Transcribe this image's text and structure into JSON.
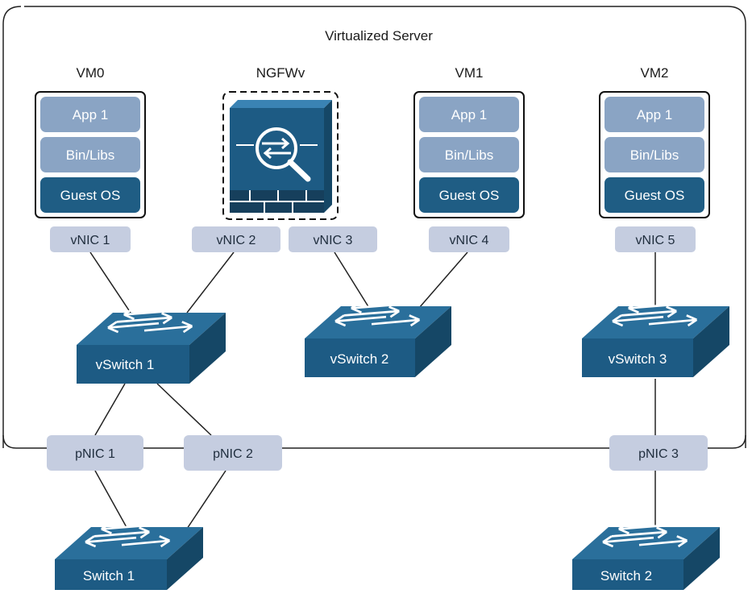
{
  "server": {
    "title": "Virtualized Server"
  },
  "vms": [
    {
      "name": "VM0",
      "app": "App 1",
      "libs": "Bin/Libs",
      "os": "Guest OS"
    },
    {
      "name": "VM1",
      "app": "App 1",
      "libs": "Bin/Libs",
      "os": "Guest OS"
    },
    {
      "name": "VM2",
      "app": "App 1",
      "libs": "Bin/Libs",
      "os": "Guest OS"
    }
  ],
  "firewall": {
    "name": "NGFWv",
    "icon": "firewall-icon"
  },
  "vnics": [
    "vNIC 1",
    "vNIC 2",
    "vNIC 3",
    "vNIC 4",
    "vNIC 5"
  ],
  "vswitches": [
    "vSwitch 1",
    "vSwitch 2",
    "vSwitch 3"
  ],
  "pnics": [
    "pNIC 1",
    "pNIC 2",
    "pNIC 3"
  ],
  "switches": [
    "Switch 1",
    "Switch 2"
  ],
  "colors": {
    "switch_top": "#2a6f9b",
    "switch_front": "#1d5b84",
    "switch_side": "#154766",
    "app_layer": "#8aa4c4",
    "os_layer": "#1f5d84",
    "nic_fill": "#c5cde0"
  }
}
